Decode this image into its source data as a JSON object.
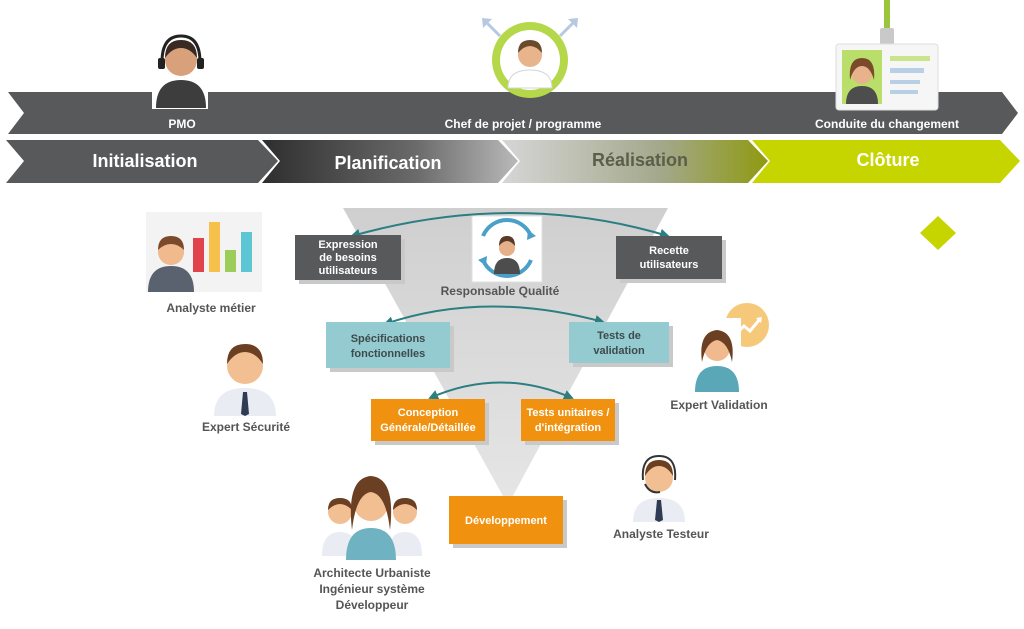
{
  "top_roles": {
    "pmo": "PMO",
    "chef": "Chef de projet / programme",
    "conduite": "Conduite du changement"
  },
  "phases": [
    {
      "label": "Initialisation",
      "color": "#58595b"
    },
    {
      "label": "Planification",
      "color": "#444444"
    },
    {
      "label": "Réalisation",
      "color": "#9ca28a"
    },
    {
      "label": "Clôture",
      "color": "#c6d400"
    }
  ],
  "boxes": {
    "expression": [
      "Expression",
      "de besoins",
      "utilisateurs"
    ],
    "recette": [
      "Recette",
      "utilisateurs"
    ],
    "specs": [
      "Spécifications",
      "fonctionnelles"
    ],
    "tests_validation": [
      "Tests de",
      "validation"
    ],
    "conception": [
      "Conception",
      "Générale/Détaillée"
    ],
    "tests_unitaires": [
      "Tests unitaires /",
      "d'intégration"
    ],
    "developpement": "Développement"
  },
  "roles": {
    "qualite": "Responsable Qualité",
    "analyste_metier": "Analyste métier",
    "expert_securite": "Expert Sécurité",
    "expert_validation": "Expert Validation",
    "analyste_testeur": "Analyste Testeur",
    "equipe": [
      "Architecte Urbaniste",
      "Ingénieur système",
      "Développeur"
    ]
  },
  "colors": {
    "dark_box": "#58595b",
    "teal_box": "#93cbd0",
    "orange_box": "#f0920f",
    "arrow_teal": "#2b7f83",
    "lime": "#c6d400"
  }
}
